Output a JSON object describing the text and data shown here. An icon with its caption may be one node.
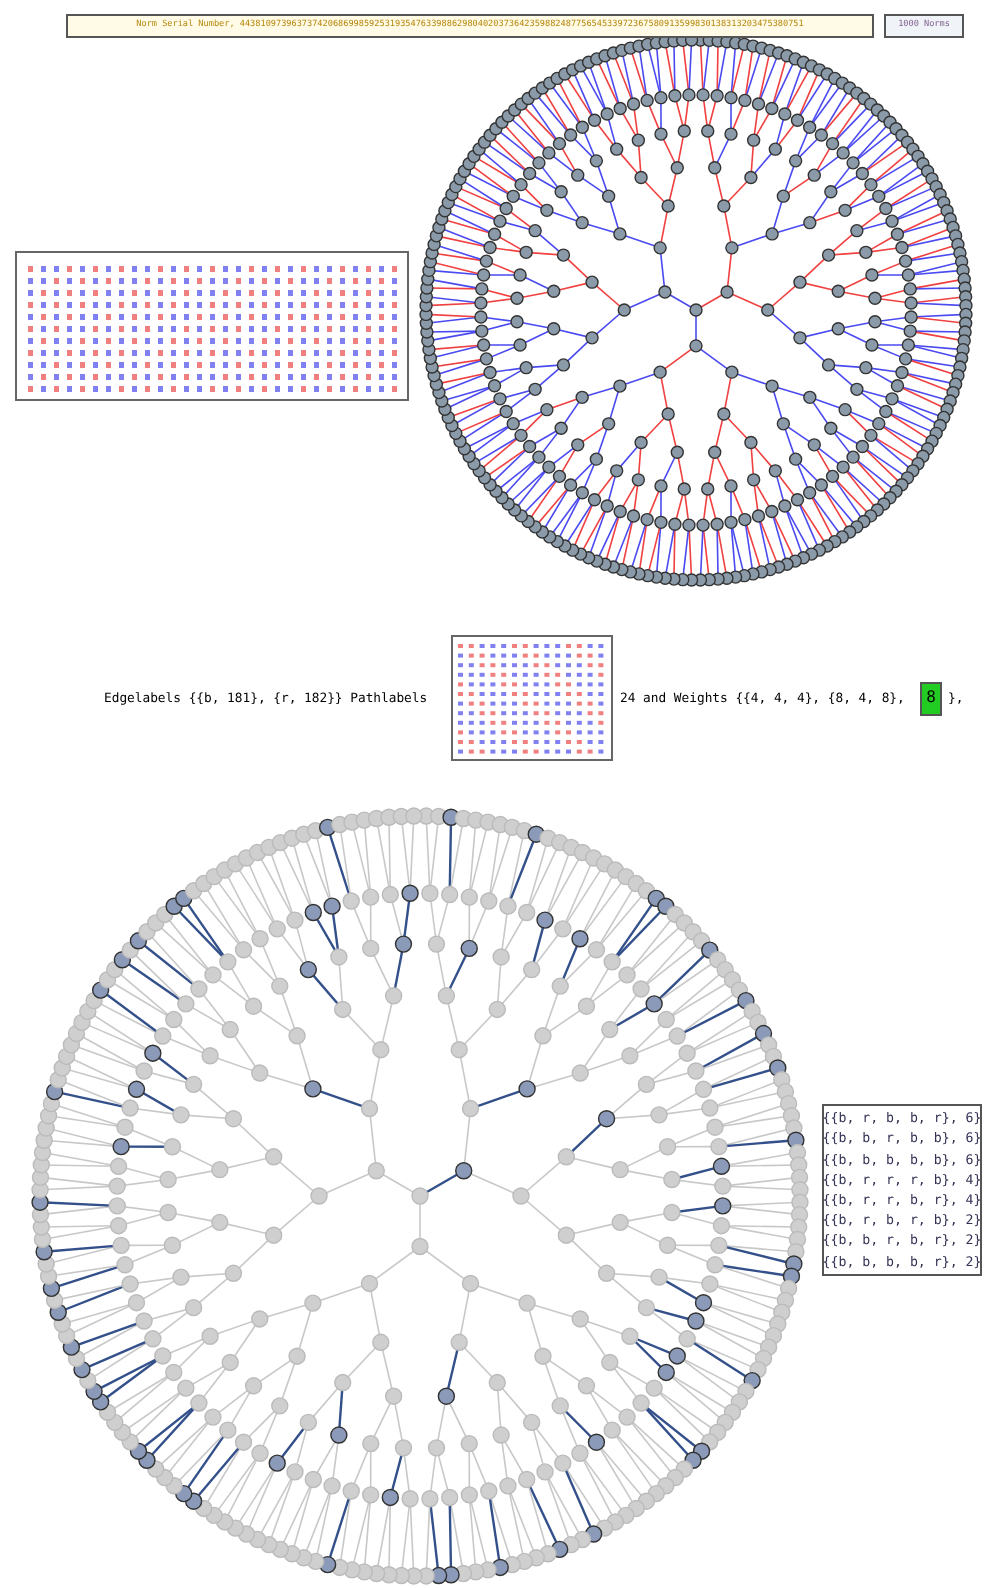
{
  "diagram": {
    "nodes": [
      {
        "text": [
          "Norm Serial Number, 4438109739637374206869985925319354763398862980402037364235988248775654533972367580913599830138313203475380751"
        ]
      },
      {
        "text": [
          "1000 Norms"
        ]
      },
      {
        "text": [
          "8"
        ]
      },
      {
        "text": [
          "{{b, r, b, b, r}, 6}",
          "{{b, b, r, b, b}, 6}",
          "{{b, b, b, b, b}, 6}",
          "{{b, r, r, r, b}, 4}",
          "{{b, r, r, b, r}, 4}",
          "{{b, r, b, r, b}, 2}",
          "{{b, b, r, b, r}, 2}",
          "{{b, b, b, b, r}, 2}"
        ]
      }
    ],
    "labels": [
      "Edgelabels {{b, 181}, {r, 182}} Pathlabels",
      "24 and Weights {{4, 4, 4}, {8, 4, 8},",
      "},"
    ]
  }
}
